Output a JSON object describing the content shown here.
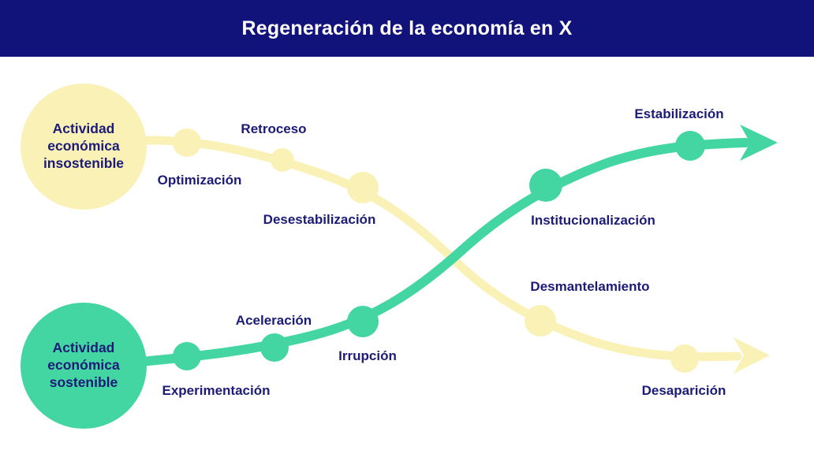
{
  "header": {
    "title": "Regeneración de la economía en X"
  },
  "colors": {
    "header_navy": "#12127B",
    "label_navy": "#1C1C78",
    "unsustainable_yellow": "#FAF1B6",
    "sustainable_green": "#43D6A2"
  },
  "curves": {
    "unsustainable": {
      "start_label": "Actividad económica insostenible",
      "stages": [
        "Optimización",
        "Retroceso",
        "Desestabilización",
        "Desmantelamiento",
        "Desaparición"
      ]
    },
    "sustainable": {
      "start_label": "Actividad económica sostenible",
      "stages": [
        "Experimentación",
        "Aceleración",
        "Irrupción",
        "Institucionalización",
        "Estabilización"
      ]
    }
  }
}
